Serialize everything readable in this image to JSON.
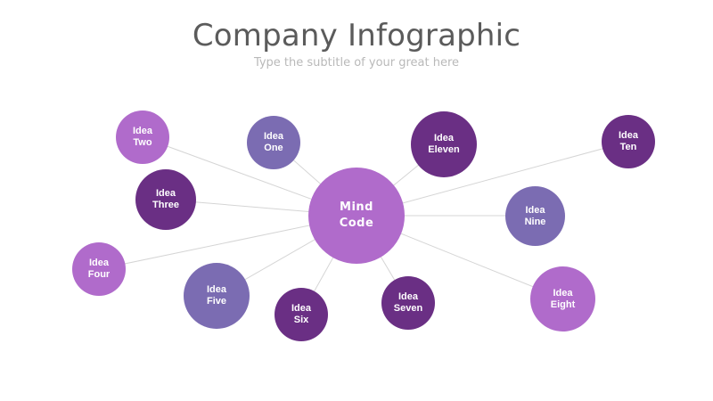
{
  "header": {
    "title": "Company Infographic",
    "subtitle": "Type the subtitle of your great here"
  },
  "colors": {
    "light_purple": "#b06bcb",
    "dark_purple": "#6a2f84",
    "blue_purple": "#7b6cb2",
    "line": "#d5d5d5"
  },
  "center": {
    "line1": "Mind",
    "line2": "Code"
  },
  "ideas": [
    {
      "id": "one",
      "line1": "Idea",
      "line2": "One",
      "color": "#7b6cb2"
    },
    {
      "id": "two",
      "line1": "Idea",
      "line2": "Two",
      "color": "#b06bcb"
    },
    {
      "id": "three",
      "line1": "Idea",
      "line2": "Three",
      "color": "#6a2f84"
    },
    {
      "id": "four",
      "line1": "Idea",
      "line2": "Four",
      "color": "#b06bcb"
    },
    {
      "id": "five",
      "line1": "Idea",
      "line2": "Five",
      "color": "#7b6cb2"
    },
    {
      "id": "six",
      "line1": "Idea",
      "line2": "Six",
      "color": "#6a2f84"
    },
    {
      "id": "seven",
      "line1": "Idea",
      "line2": "Seven",
      "color": "#6a2f84"
    },
    {
      "id": "eight",
      "line1": "Idea",
      "line2": "Eight",
      "color": "#b06bcb"
    },
    {
      "id": "nine",
      "line1": "Idea",
      "line2": "Nine",
      "color": "#7b6cb2"
    },
    {
      "id": "ten",
      "line1": "Idea",
      "line2": "Ten",
      "color": "#6a2f84"
    },
    {
      "id": "eleven",
      "line1": "Idea",
      "line2": "Eleven",
      "color": "#6a2f84"
    }
  ]
}
